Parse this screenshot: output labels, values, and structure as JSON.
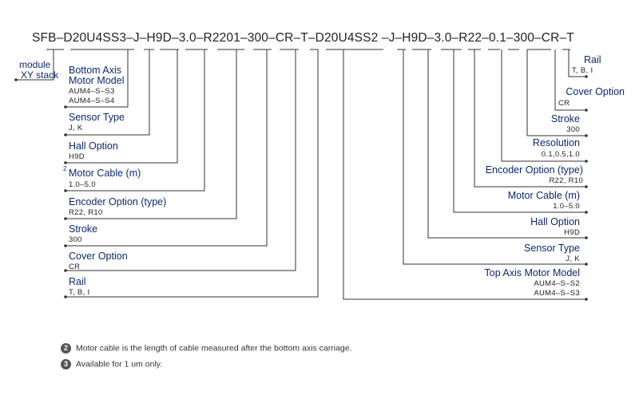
{
  "model_code": "SFB–D20U4SS3–J–H9D–3.0–R2201–300–CR–T–D20U4SS2 –J–H9D–3.0–R22–0.1–300–CR–T",
  "module": {
    "line1": "module",
    "line2": "XY stack"
  },
  "left": {
    "bottom_axis": {
      "title": "Bottom Axis",
      "title2": "Motor Model",
      "opt1": "AUM4–S–S3",
      "opt2": "AUM4–S–S4"
    },
    "sensor": {
      "title": "Sensor Type",
      "opt": "J, K"
    },
    "hall": {
      "title": "Hall Option",
      "opt": "H9D"
    },
    "cable": {
      "sup": "2",
      "title": "Motor Cable (m)",
      "opt": "1.0–5.0"
    },
    "encoder": {
      "title": "Encoder Option (type)",
      "opt": "R22, R10"
    },
    "stroke": {
      "title": "Stroke",
      "opt": "300"
    },
    "cover": {
      "title": "Cover Option",
      "opt": "CR"
    },
    "rail": {
      "title": "Rail",
      "opt": "T, B, I"
    }
  },
  "right": {
    "rail": {
      "title": "Rail",
      "opt": "T, B, I"
    },
    "cover": {
      "title": "Cover Option",
      "opt": "CR"
    },
    "stroke": {
      "title": "Stroke",
      "opt": "300"
    },
    "resolution": {
      "title": "Resolution",
      "opt": "0.1,0.5,1.0"
    },
    "encoder": {
      "title": "Encoder Option (type)",
      "opt": "R22, R10"
    },
    "cable": {
      "title": "Motor Cable (m)",
      "opt": "1.0–5.0"
    },
    "hall": {
      "title": "Hall Option",
      "opt": "H9D"
    },
    "sensor": {
      "title": "Sensor Type",
      "opt": "J, K"
    },
    "top_axis": {
      "title": "Top Axis Motor Model",
      "opt1": "AUM4–S–S2",
      "opt2": "AUM4–S–S3"
    }
  },
  "notes": [
    {
      "badge": "2",
      "text": "Motor cable is the length of cable measured after the bottom axis carriage."
    },
    {
      "badge": "3",
      "text": "Available for 1 um only."
    }
  ],
  "colors": {
    "label": "#0b2a6f",
    "line": "#333333",
    "badge": "#555555"
  }
}
